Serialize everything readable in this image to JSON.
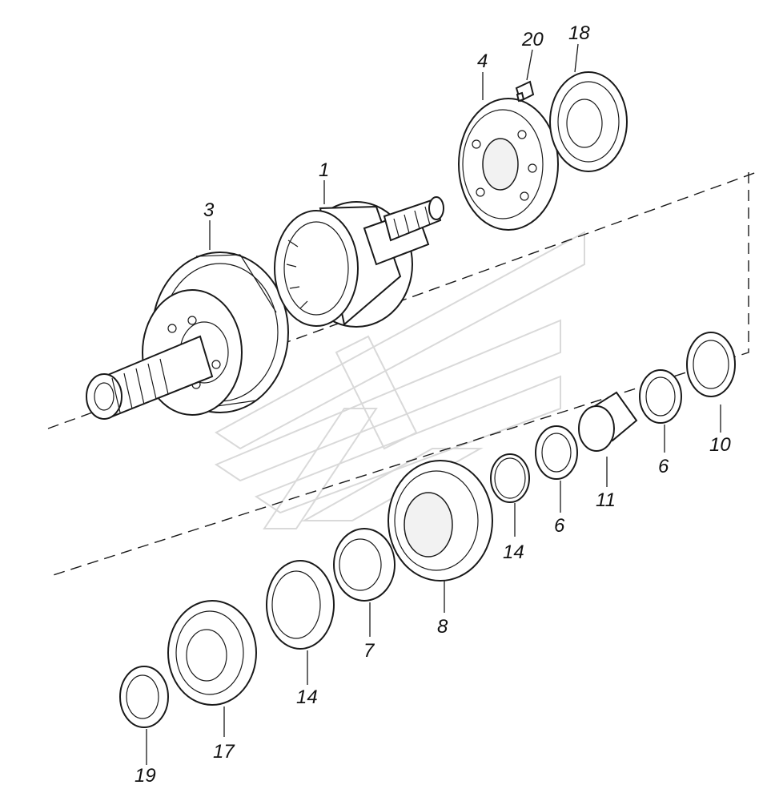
{
  "diagram": {
    "callouts": [
      {
        "id": "1",
        "text": "1"
      },
      {
        "id": "3",
        "text": "3"
      },
      {
        "id": "4",
        "text": "4"
      },
      {
        "id": "6a",
        "text": "6"
      },
      {
        "id": "6b",
        "text": "6"
      },
      {
        "id": "7",
        "text": "7"
      },
      {
        "id": "8",
        "text": "8"
      },
      {
        "id": "10",
        "text": "10"
      },
      {
        "id": "11",
        "text": "11"
      },
      {
        "id": "14a",
        "text": "14"
      },
      {
        "id": "14b",
        "text": "14"
      },
      {
        "id": "17",
        "text": "17"
      },
      {
        "id": "18",
        "text": "18"
      },
      {
        "id": "19",
        "text": "19"
      },
      {
        "id": "20",
        "text": "20"
      }
    ]
  }
}
